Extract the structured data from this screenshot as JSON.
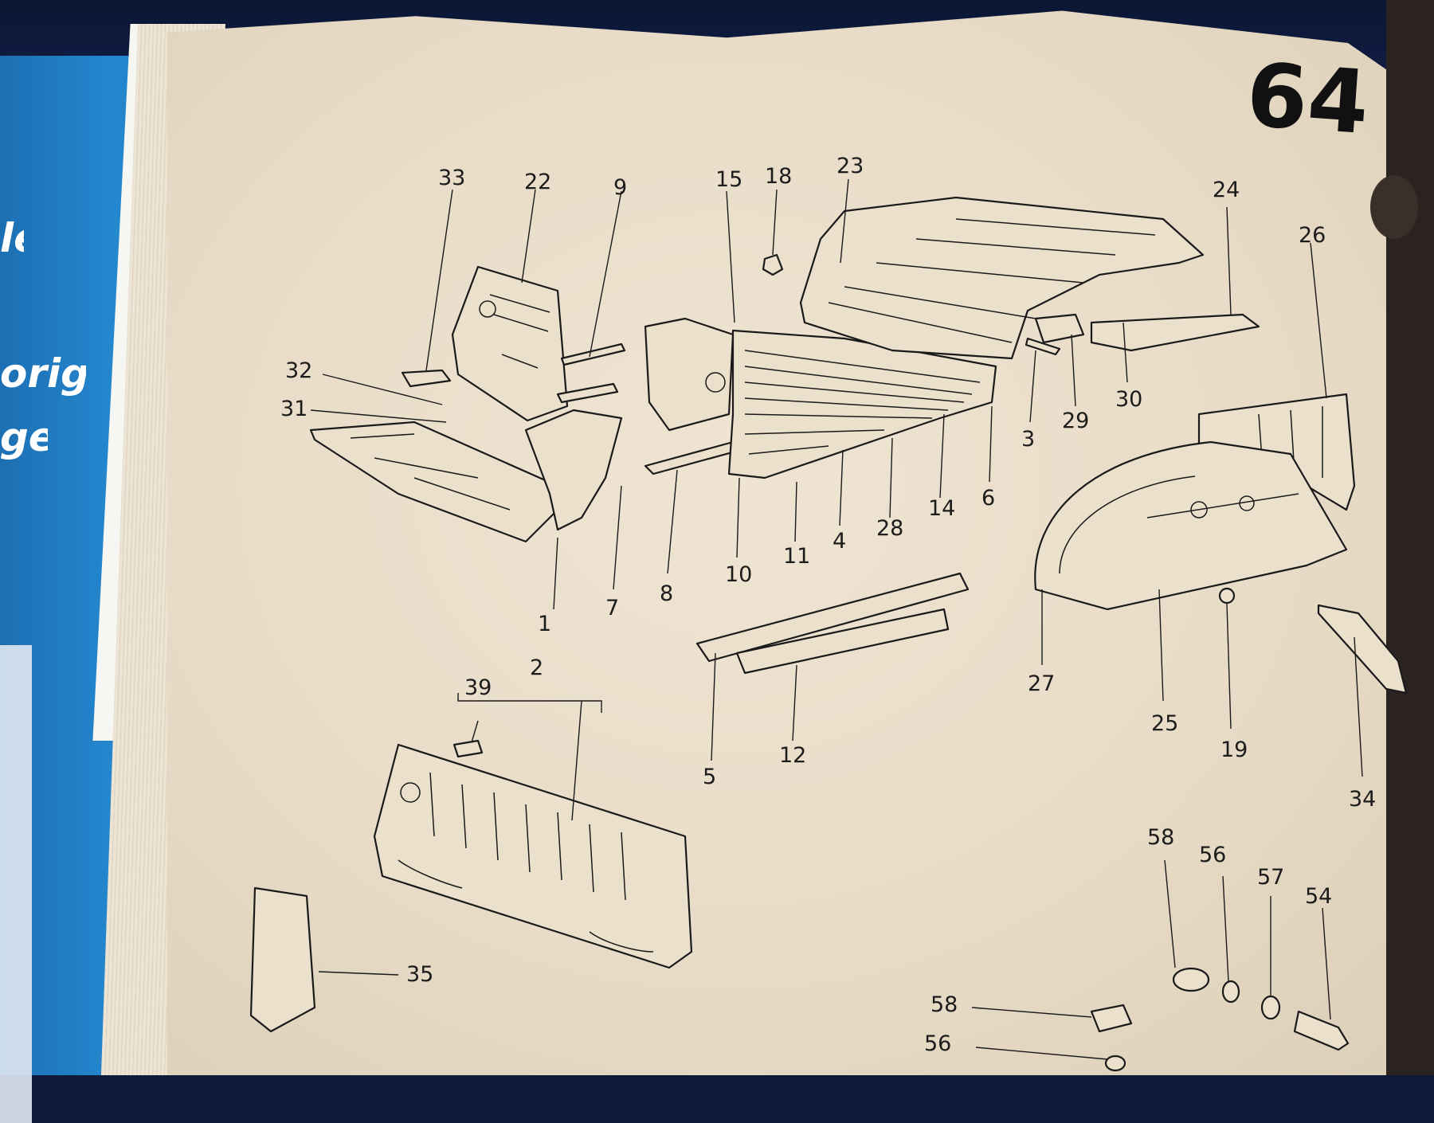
{
  "page_number": "64",
  "side_book_text": [
    "le",
    "origin",
    "gen"
  ],
  "part_labels": [
    "33",
    "22",
    "9",
    "15",
    "18",
    "23",
    "24",
    "26",
    "32",
    "31",
    "3",
    "29",
    "30",
    "1",
    "7",
    "8",
    "10",
    "11",
    "4",
    "28",
    "14",
    "6",
    "27",
    "25",
    "19",
    "34",
    "2",
    "39",
    "5",
    "12",
    "35",
    "58",
    "56",
    "57",
    "54",
    "58",
    "56"
  ]
}
